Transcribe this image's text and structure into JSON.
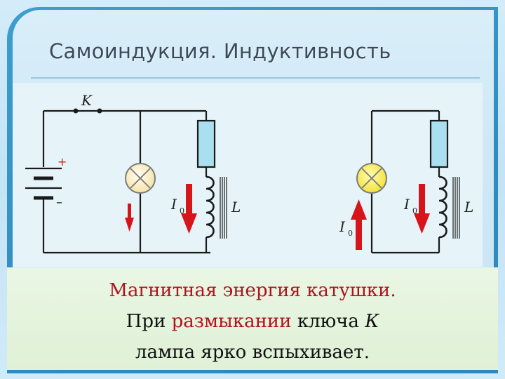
{
  "slide": {
    "title": "Самоиндукция. Индуктивность",
    "caption": {
      "line1": "Магнитная энергия катушки.",
      "line2_part1": "При ",
      "line2_part2": "размыкании",
      "line2_part3": " ключа ",
      "line2_part4": "К",
      "line3": "лампа ярко вспыхивает."
    }
  },
  "diagram_left": {
    "switch_label": "K",
    "battery_plus": "+",
    "battery_minus": "–",
    "current_label": "I",
    "current_sub": "0",
    "inductor_label": "L"
  },
  "diagram_right": {
    "current_label_coil": "I",
    "current_sub_coil": "0",
    "current_label_lamp": "I",
    "current_sub_lamp": "0",
    "inductor_label": "L"
  },
  "colors": {
    "frame": "#2f8cc2",
    "wire": "#1a1a1a",
    "arrow": "#d8141b",
    "lamp_off": "#fdeec0",
    "lamp_on": "#f8ec50",
    "resistor": "#aadff0",
    "caption_accent": "#b0121e"
  }
}
